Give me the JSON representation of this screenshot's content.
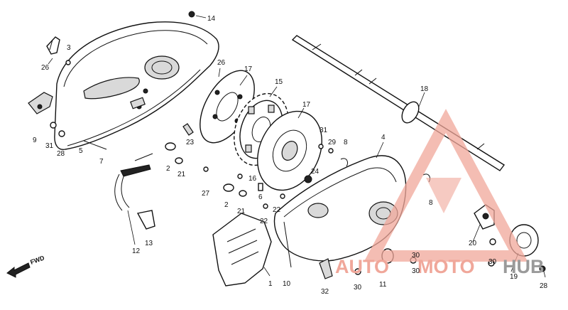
{
  "diagram": {
    "callouts": [
      {
        "id": "c14",
        "text": "14"
      },
      {
        "id": "c3",
        "text": "3"
      },
      {
        "id": "c26a",
        "text": "26"
      },
      {
        "id": "c26b",
        "text": "26"
      },
      {
        "id": "c17a",
        "text": "17"
      },
      {
        "id": "c15",
        "text": "15"
      },
      {
        "id": "c17b",
        "text": "17"
      },
      {
        "id": "c18",
        "text": "18"
      },
      {
        "id": "c9",
        "text": "9"
      },
      {
        "id": "c31a",
        "text": "31"
      },
      {
        "id": "c28a",
        "text": "28"
      },
      {
        "id": "c5",
        "text": "5"
      },
      {
        "id": "c7",
        "text": "7"
      },
      {
        "id": "c23",
        "text": "23"
      },
      {
        "id": "c31b",
        "text": "31"
      },
      {
        "id": "c29",
        "text": "29"
      },
      {
        "id": "c8a",
        "text": "8"
      },
      {
        "id": "c4",
        "text": "4"
      },
      {
        "id": "c2a",
        "text": "2"
      },
      {
        "id": "c21a",
        "text": "21"
      },
      {
        "id": "c16",
        "text": "16"
      },
      {
        "id": "c24",
        "text": "24"
      },
      {
        "id": "c27",
        "text": "27"
      },
      {
        "id": "c2b",
        "text": "2"
      },
      {
        "id": "c6",
        "text": "6"
      },
      {
        "id": "c21b",
        "text": "21"
      },
      {
        "id": "c22a",
        "text": "22"
      },
      {
        "id": "c22b",
        "text": "22"
      },
      {
        "id": "c8b",
        "text": "8"
      },
      {
        "id": "c13",
        "text": "13"
      },
      {
        "id": "c12",
        "text": "12"
      },
      {
        "id": "c20",
        "text": "20"
      },
      {
        "id": "c30a",
        "text": "30"
      },
      {
        "id": "c1",
        "text": "1"
      },
      {
        "id": "c10",
        "text": "10"
      },
      {
        "id": "c32",
        "text": "32"
      },
      {
        "id": "c30b",
        "text": "30"
      },
      {
        "id": "c11",
        "text": "11"
      },
      {
        "id": "c30c",
        "text": "30"
      },
      {
        "id": "c30d",
        "text": "30"
      },
      {
        "id": "c19",
        "text": "19"
      },
      {
        "id": "c28b",
        "text": "28"
      }
    ],
    "fwd_label": "FWD"
  },
  "watermark": {
    "part1": "AUTO",
    "part2": "MOTO",
    "part3": "HUB",
    "colors": {
      "red": "#f0a79a",
      "grey": "#9a9a9a"
    }
  }
}
